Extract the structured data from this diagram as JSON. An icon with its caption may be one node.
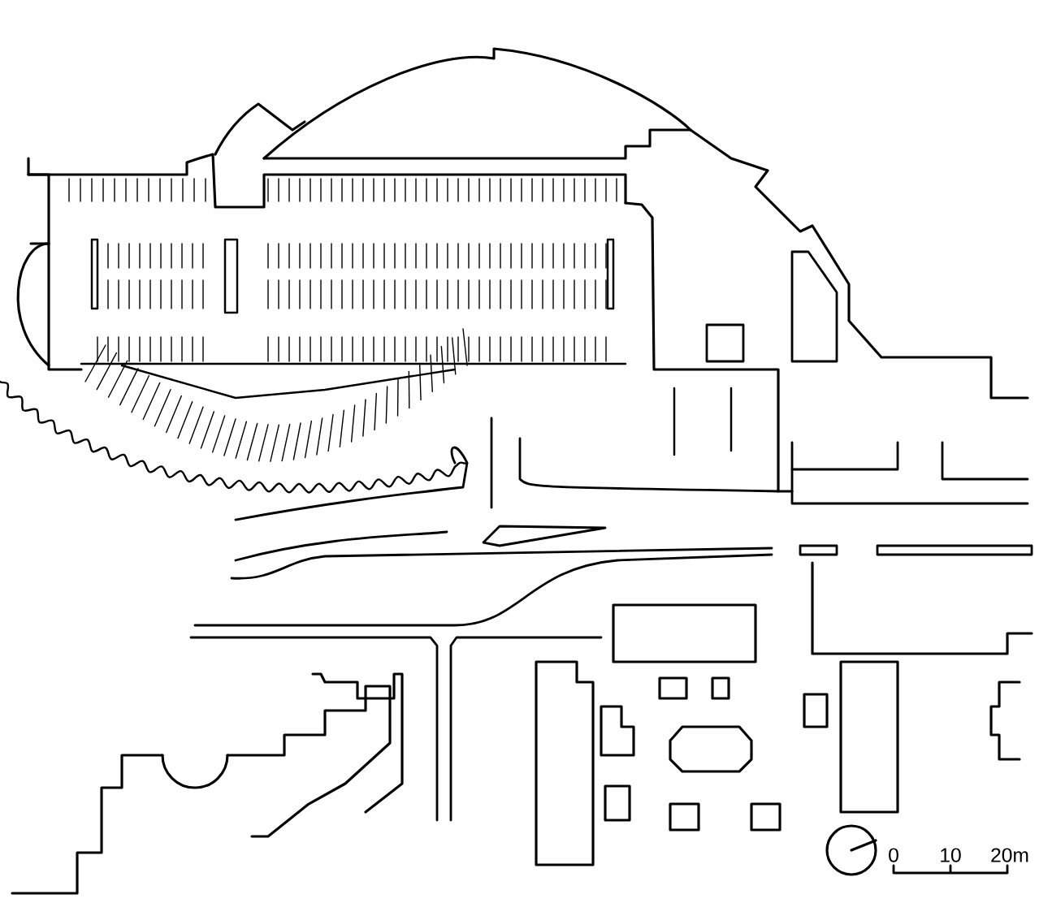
{
  "diagram": {
    "labels": [
      "0",
      "10",
      "20m"
    ]
  }
}
